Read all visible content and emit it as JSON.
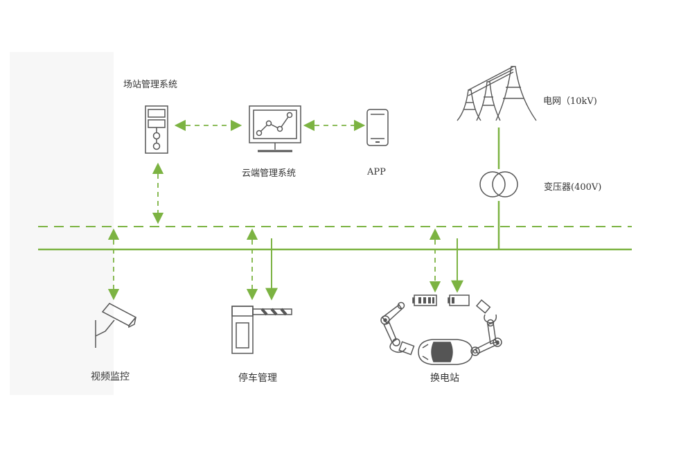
{
  "colors": {
    "green": "#7cb342",
    "icon_stroke": "#555555",
    "label": "#333333"
  },
  "labels": {
    "station_mgmt": "场站管理系统",
    "cloud_mgmt": "云端管理系统",
    "app": "APP",
    "grid": "电网（10kV)",
    "transformer": "变压器(400V)",
    "video": "视频监控",
    "parking": "停车管理",
    "swap": "换电站"
  },
  "icons": [
    "server-rack-icon",
    "monitor-chart-icon",
    "smartphone-icon",
    "power-tower-icon",
    "transformer-icon",
    "surveillance-camera-icon",
    "parking-barrier-icon",
    "battery-full-icon",
    "battery-low-icon",
    "robot-arm-icon",
    "car-top-view-icon"
  ]
}
